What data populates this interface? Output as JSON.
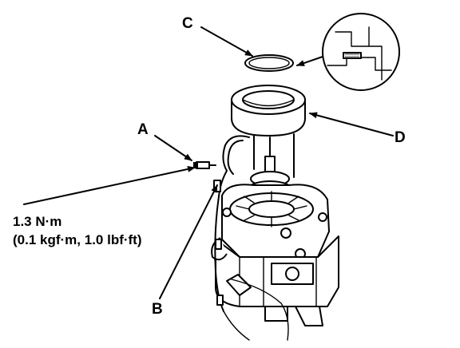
{
  "callouts": {
    "a": "A",
    "b": "B",
    "c": "C",
    "d": "D"
  },
  "torque_spec": {
    "line1": "1.3 N·m",
    "line2": "(0.1 kgf·m, 1.0 lbf·ft)"
  }
}
